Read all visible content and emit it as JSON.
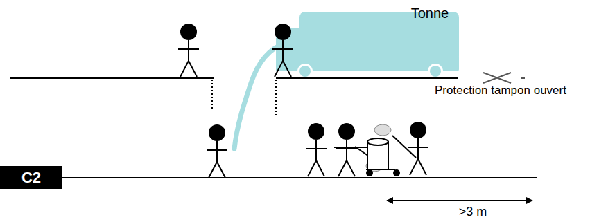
{
  "diagram": {
    "nodes": [
      {
        "text": [
          "C2"
        ]
      }
    ],
    "labels": [
      "Tonne",
      "Protection tampon ouvert",
      ">3 m"
    ]
  }
}
